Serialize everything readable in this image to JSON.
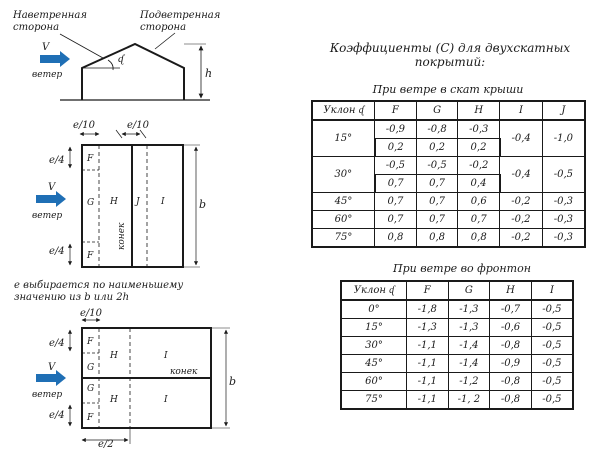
{
  "diagram": {
    "roof": {
      "windward_line1": "Наветренная",
      "windward_line2": "сторона",
      "leeward_line1": "Подветренная",
      "leeward_line2": "сторона",
      "angle_symbol": "ᶑ",
      "h_label": "h"
    },
    "wind": {
      "v_label": "V",
      "wind_label": "ветер",
      "arrow_color": "#1f6fb5"
    },
    "plan1": {
      "e10_left": "e/10",
      "e10_right": "e/10",
      "e4_top": "e/4",
      "e4_bottom": "e/4",
      "zone_f_top": "F",
      "zone_g": "G",
      "zone_h": "H",
      "zone_j": "J",
      "zone_i": "I",
      "zone_f_bottom": "F",
      "ridge": "конек",
      "b_label": "b"
    },
    "note_line1": "е выбирается по наименьшему",
    "note_line2": "значению из b или 2h",
    "plan2": {
      "e10": "e/10",
      "e4_top": "e/4",
      "e4_bottom": "e/4",
      "e2": "e/2",
      "zone_f_top": "F",
      "zone_g_top": "G",
      "zone_h_top": "H",
      "zone_i_top": "I",
      "zone_g_bottom": "G",
      "zone_h_bottom": "H",
      "zone_i_bottom": "I",
      "zone_f_bottom": "F",
      "ridge": "конек",
      "b_label": "b"
    }
  },
  "title": "Коэффициенты  (С) для двухскатных покрытий:",
  "table1": {
    "title": "При ветре в скат крыши",
    "headers": [
      "Уклон ᶑ",
      "F",
      "G",
      "H",
      "I",
      "J"
    ],
    "rows": [
      {
        "slope": "15°",
        "F": [
          "-0,9",
          "0,2"
        ],
        "G": [
          "-0,8",
          "0,2"
        ],
        "H": [
          "-0,3",
          "0,2"
        ],
        "I": "-0,4",
        "J": "-1,0"
      },
      {
        "slope": "30°",
        "F": [
          "-0,5",
          "0,7"
        ],
        "G": [
          "-0,5",
          "0,7"
        ],
        "H": [
          "-0,2",
          "0,4"
        ],
        "I": "-0,4",
        "J": "-0,5"
      },
      {
        "slope": "45°",
        "F": [
          "0,7"
        ],
        "G": [
          "0,7"
        ],
        "H": [
          "0,6"
        ],
        "I": "-0,2",
        "J": "-0,3"
      },
      {
        "slope": "60°",
        "F": [
          "0,7"
        ],
        "G": [
          "0,7"
        ],
        "H": [
          "0,7"
        ],
        "I": "-0,2",
        "J": "-0,3"
      },
      {
        "slope": "75°",
        "F": [
          "0,8"
        ],
        "G": [
          "0,8"
        ],
        "H": [
          "0,8"
        ],
        "I": "-0,2",
        "J": "-0,3"
      }
    ]
  },
  "table2": {
    "title": "При ветре во фронтон",
    "headers": [
      "Уклон ᶑ",
      "F",
      "G",
      "H",
      "I"
    ],
    "rows": [
      [
        "0°",
        "-1,8",
        "-1,3",
        "-0,7",
        "-0,5"
      ],
      [
        "15°",
        "-1,3",
        "-1,3",
        "-0,6",
        "-0,5"
      ],
      [
        "30°",
        "-1,1",
        "-1,4",
        "-0,8",
        "-0,5"
      ],
      [
        "45°",
        "-1,1",
        "-1,4",
        "-0,9",
        "-0,5"
      ],
      [
        "60°",
        "-1,1",
        "-1,2",
        "-0,8",
        "-0,5"
      ],
      [
        "75°",
        "-1,1",
        "-1, 2",
        "-0,8",
        "-0,5"
      ]
    ]
  }
}
